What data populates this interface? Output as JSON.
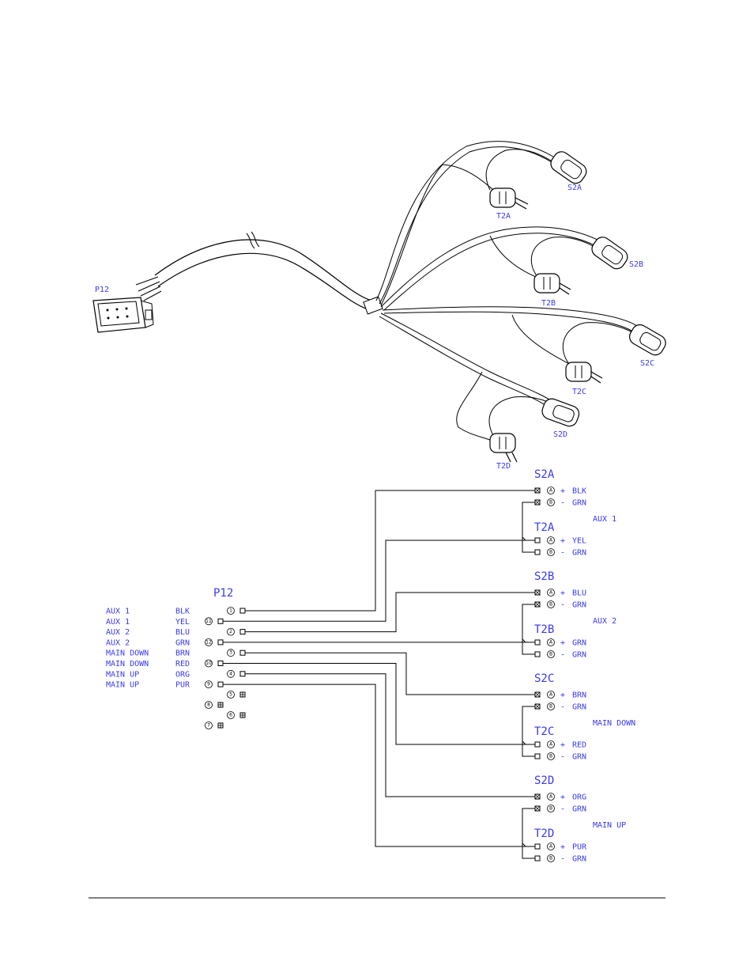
{
  "harness": {
    "labels": {
      "p12": "P12",
      "s2a": "S2A",
      "t2a": "T2A",
      "s2b": "S2B",
      "t2b": "T2B",
      "s2c": "S2C",
      "t2c": "T2C",
      "s2d": "S2D",
      "t2d": "T2D"
    }
  },
  "schematic": {
    "p12_title": "P12",
    "p12_rows": [
      {
        "func": "AUX 1",
        "color": "BLK",
        "pin": "1"
      },
      {
        "func": "AUX 1",
        "color": "YEL",
        "pin": "11"
      },
      {
        "func": "AUX 2",
        "color": "BLU",
        "pin": "2"
      },
      {
        "func": "AUX 2",
        "color": "GRN",
        "pin": "12"
      },
      {
        "func": "MAIN DOWN",
        "color": "BRN",
        "pin": "3"
      },
      {
        "func": "MAIN DOWN",
        "color": "RED",
        "pin": "10"
      },
      {
        "func": "MAIN UP",
        "color": "ORG",
        "pin": "4"
      },
      {
        "func": "MAIN UP",
        "color": "PUR",
        "pin": "9"
      }
    ],
    "p12_plugged": [
      {
        "pin": "5"
      },
      {
        "pin": "8"
      },
      {
        "pin": "6"
      },
      {
        "pin": "7"
      }
    ],
    "groups": [
      {
        "name": "AUX 1",
        "sensor": {
          "label": "S2A",
          "wires": [
            {
              "pin": "A",
              "sign": "+",
              "color": "BLK"
            },
            {
              "pin": "B",
              "sign": "-",
              "color": "GRN"
            }
          ]
        },
        "transducer": {
          "label": "T2A",
          "wires": [
            {
              "pin": "A",
              "sign": "+",
              "color": "YEL"
            },
            {
              "pin": "B",
              "sign": "-",
              "color": "GRN"
            }
          ]
        }
      },
      {
        "name": "AUX 2",
        "sensor": {
          "label": "S2B",
          "wires": [
            {
              "pin": "A",
              "sign": "+",
              "color": "BLU"
            },
            {
              "pin": "B",
              "sign": "-",
              "color": "GRN"
            }
          ]
        },
        "transducer": {
          "label": "T2B",
          "wires": [
            {
              "pin": "A",
              "sign": "+",
              "color": "GRN"
            },
            {
              "pin": "B",
              "sign": "-",
              "color": "GRN"
            }
          ]
        }
      },
      {
        "name": "MAIN DOWN",
        "sensor": {
          "label": "S2C",
          "wires": [
            {
              "pin": "A",
              "sign": "+",
              "color": "BRN"
            },
            {
              "pin": "B",
              "sign": "-",
              "color": "GRN"
            }
          ]
        },
        "transducer": {
          "label": "T2C",
          "wires": [
            {
              "pin": "A",
              "sign": "+",
              "color": "RED"
            },
            {
              "pin": "B",
              "sign": "-",
              "color": "GRN"
            }
          ]
        }
      },
      {
        "name": "MAIN UP",
        "sensor": {
          "label": "S2D",
          "wires": [
            {
              "pin": "A",
              "sign": "+",
              "color": "ORG"
            },
            {
              "pin": "B",
              "sign": "-",
              "color": "GRN"
            }
          ]
        },
        "transducer": {
          "label": "T2D",
          "wires": [
            {
              "pin": "A",
              "sign": "+",
              "color": "PUR"
            },
            {
              "pin": "B",
              "sign": "-",
              "color": "GRN"
            }
          ]
        }
      }
    ]
  }
}
